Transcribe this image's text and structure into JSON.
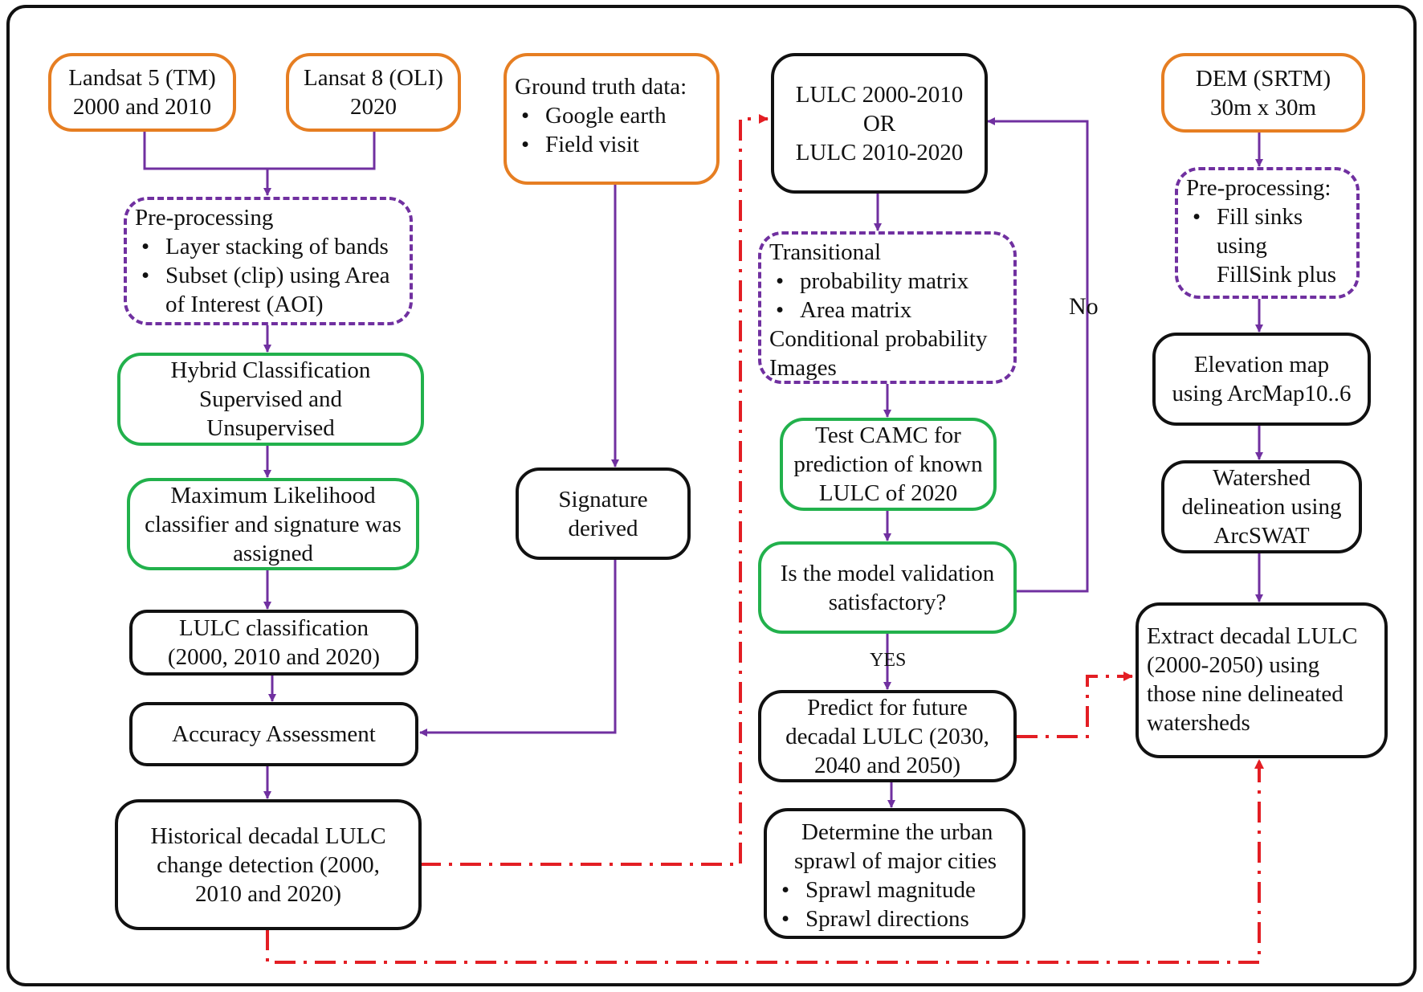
{
  "colors": {
    "data_input": "#e67e22",
    "classification": "#22b14c",
    "preprocessing": "#7030a0",
    "process": "#111111",
    "arrow": "#7030a0",
    "link": "#e31e24"
  },
  "nodes": {
    "landsat5": {
      "lines": [
        "Landsat 5 (TM)",
        "2000 and 2010"
      ]
    },
    "landsat8": {
      "lines": [
        "Lansat 8 (OLI)",
        "2020"
      ]
    },
    "ground_truth": {
      "title": "Ground truth data:",
      "bullets": [
        "Google earth",
        "Field visit"
      ]
    },
    "preprocessing": {
      "title": "Pre-processing",
      "bullets": [
        "Layer stacking of bands",
        "Subset (clip) using Area"
      ],
      "tail": "of Interest (AOI)"
    },
    "hybrid": {
      "lines": [
        "Hybrid Classification",
        "Supervised and",
        "Unsupervised"
      ]
    },
    "mlc": {
      "lines": [
        "Maximum Likelihood",
        "classifier and signature was",
        "assigned"
      ]
    },
    "lulc_class": {
      "lines": [
        "LULC classification",
        "(2000, 2010 and 2020)"
      ]
    },
    "accuracy": {
      "lines": [
        "Accuracy Assessment"
      ]
    },
    "historical": {
      "lines": [
        "Historical decadal LULC",
        "change detection (2000,",
        "2010 and 2020)"
      ]
    },
    "signature": {
      "lines": [
        "Signature",
        "derived"
      ]
    },
    "lulc_period": {
      "lines": [
        "LULC 2000-2010",
        "OR",
        "LULC 2010-2020"
      ]
    },
    "transitional": {
      "title": "Transitional",
      "bullets": [
        "probability matrix",
        "Area matrix"
      ],
      "tail": [
        "Conditional probability",
        "Images"
      ]
    },
    "test_camc": {
      "lines": [
        "Test CAMC for",
        "prediction of known",
        "LULC of 2020"
      ]
    },
    "validation": {
      "lines": [
        "Is the model validation",
        "satisfactory?"
      ]
    },
    "predict": {
      "lines": [
        "Predict for future",
        "decadal LULC (2030,",
        "2040 and 2050)"
      ]
    },
    "urban": {
      "lines": [
        "Determine the urban",
        "sprawl of major cities"
      ],
      "bullets": [
        "Sprawl magnitude",
        "Sprawl directions"
      ]
    },
    "dem": {
      "lines": [
        "DEM (SRTM)",
        "30m x 30m"
      ]
    },
    "preproc_dem": {
      "title": "Pre-processing:",
      "bullets": [
        "Fill sinks"
      ],
      "tail": [
        "using",
        "FillSink plus"
      ]
    },
    "elevation": {
      "lines": [
        "Elevation map",
        "using ArcMap10..6"
      ]
    },
    "watershed": {
      "lines": [
        "Watershed",
        "delineation using",
        "ArcSWAT"
      ]
    },
    "extract": {
      "lines": [
        "Extract decadal LULC",
        "(2000-2050) using",
        "those nine delineated",
        "watersheds"
      ]
    }
  },
  "labels": {
    "no": "No",
    "yes": "YES"
  }
}
